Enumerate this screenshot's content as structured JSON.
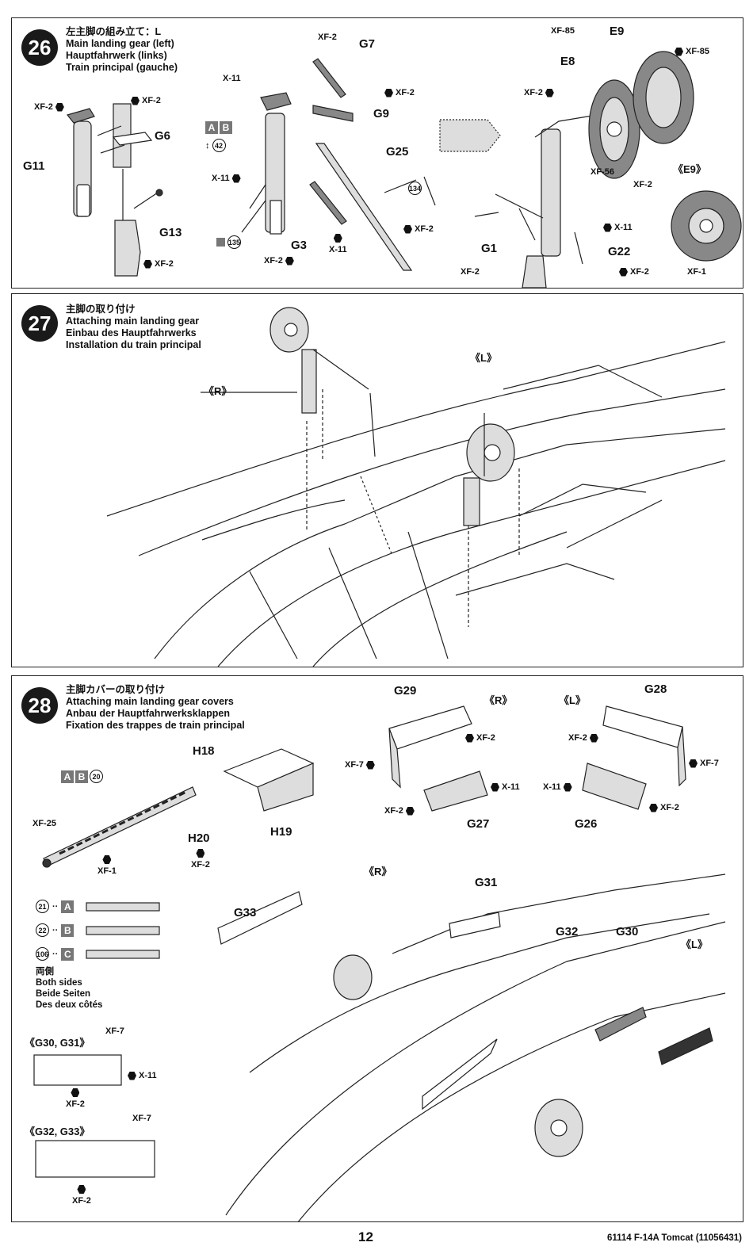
{
  "steps": [
    {
      "number": "26",
      "title_jp": "左主脚の組み立て：L",
      "title_en": "Main landing gear (left)",
      "title_de": "Hauptfahrwerk (links)",
      "title_fr": "Train principal (gauche)"
    },
    {
      "number": "27",
      "title_jp": "主脚の取り付け",
      "title_en": "Attaching main landing gear",
      "title_de": "Einbau des Hauptfahrwerks",
      "title_fr": "Installation du train principal"
    },
    {
      "number": "28",
      "title_jp": "主脚カバーの取り付け",
      "title_en": "Attaching main landing gear covers",
      "title_de": "Anbau der Hauptfahrwerksklappen",
      "title_fr": "Fixation des trappes de train principal"
    }
  ],
  "parts": {
    "g6": "G6",
    "g7": "G7",
    "g9": "G9",
    "g11": "G11",
    "g13": "G13",
    "g25": "G25",
    "g3": "G3",
    "g1": "G1",
    "g22": "G22",
    "e8": "E8",
    "e9": "E9",
    "e9_alt": "《E9》",
    "g29": "G29",
    "g28": "G28",
    "g27": "G27",
    "g26": "G26",
    "h18": "H18",
    "h19": "H19",
    "h20": "H20",
    "g31": "G31",
    "g32": "G32",
    "g30": "G30",
    "g33": "G33"
  },
  "side_tags": {
    "right": "《R》",
    "left": "《L》"
  },
  "paints": {
    "xf2": "XF-2",
    "x11": "X-11",
    "xf85": "XF-85",
    "xf56": "XF-56",
    "xf1": "XF-1",
    "xf7": "XF-7",
    "xf25": "XF-25"
  },
  "decals": {
    "d42": "42",
    "d134": "134",
    "d135": "135",
    "d20": "20",
    "d21": "21",
    "d22": "22",
    "d106": "106"
  },
  "markers": {
    "a": "A",
    "b": "B",
    "c": "C"
  },
  "both_sides": {
    "jp": "両側",
    "en": "Both sides",
    "de": "Beide Seiten",
    "fr": "Des deux côtés"
  },
  "inset_labels": {
    "g30_g31": "《G30, G31》",
    "g32_g33": "《G32, G33》"
  },
  "footer": {
    "page": "12",
    "code": "61114 F-14A Tomcat (11056431)"
  }
}
